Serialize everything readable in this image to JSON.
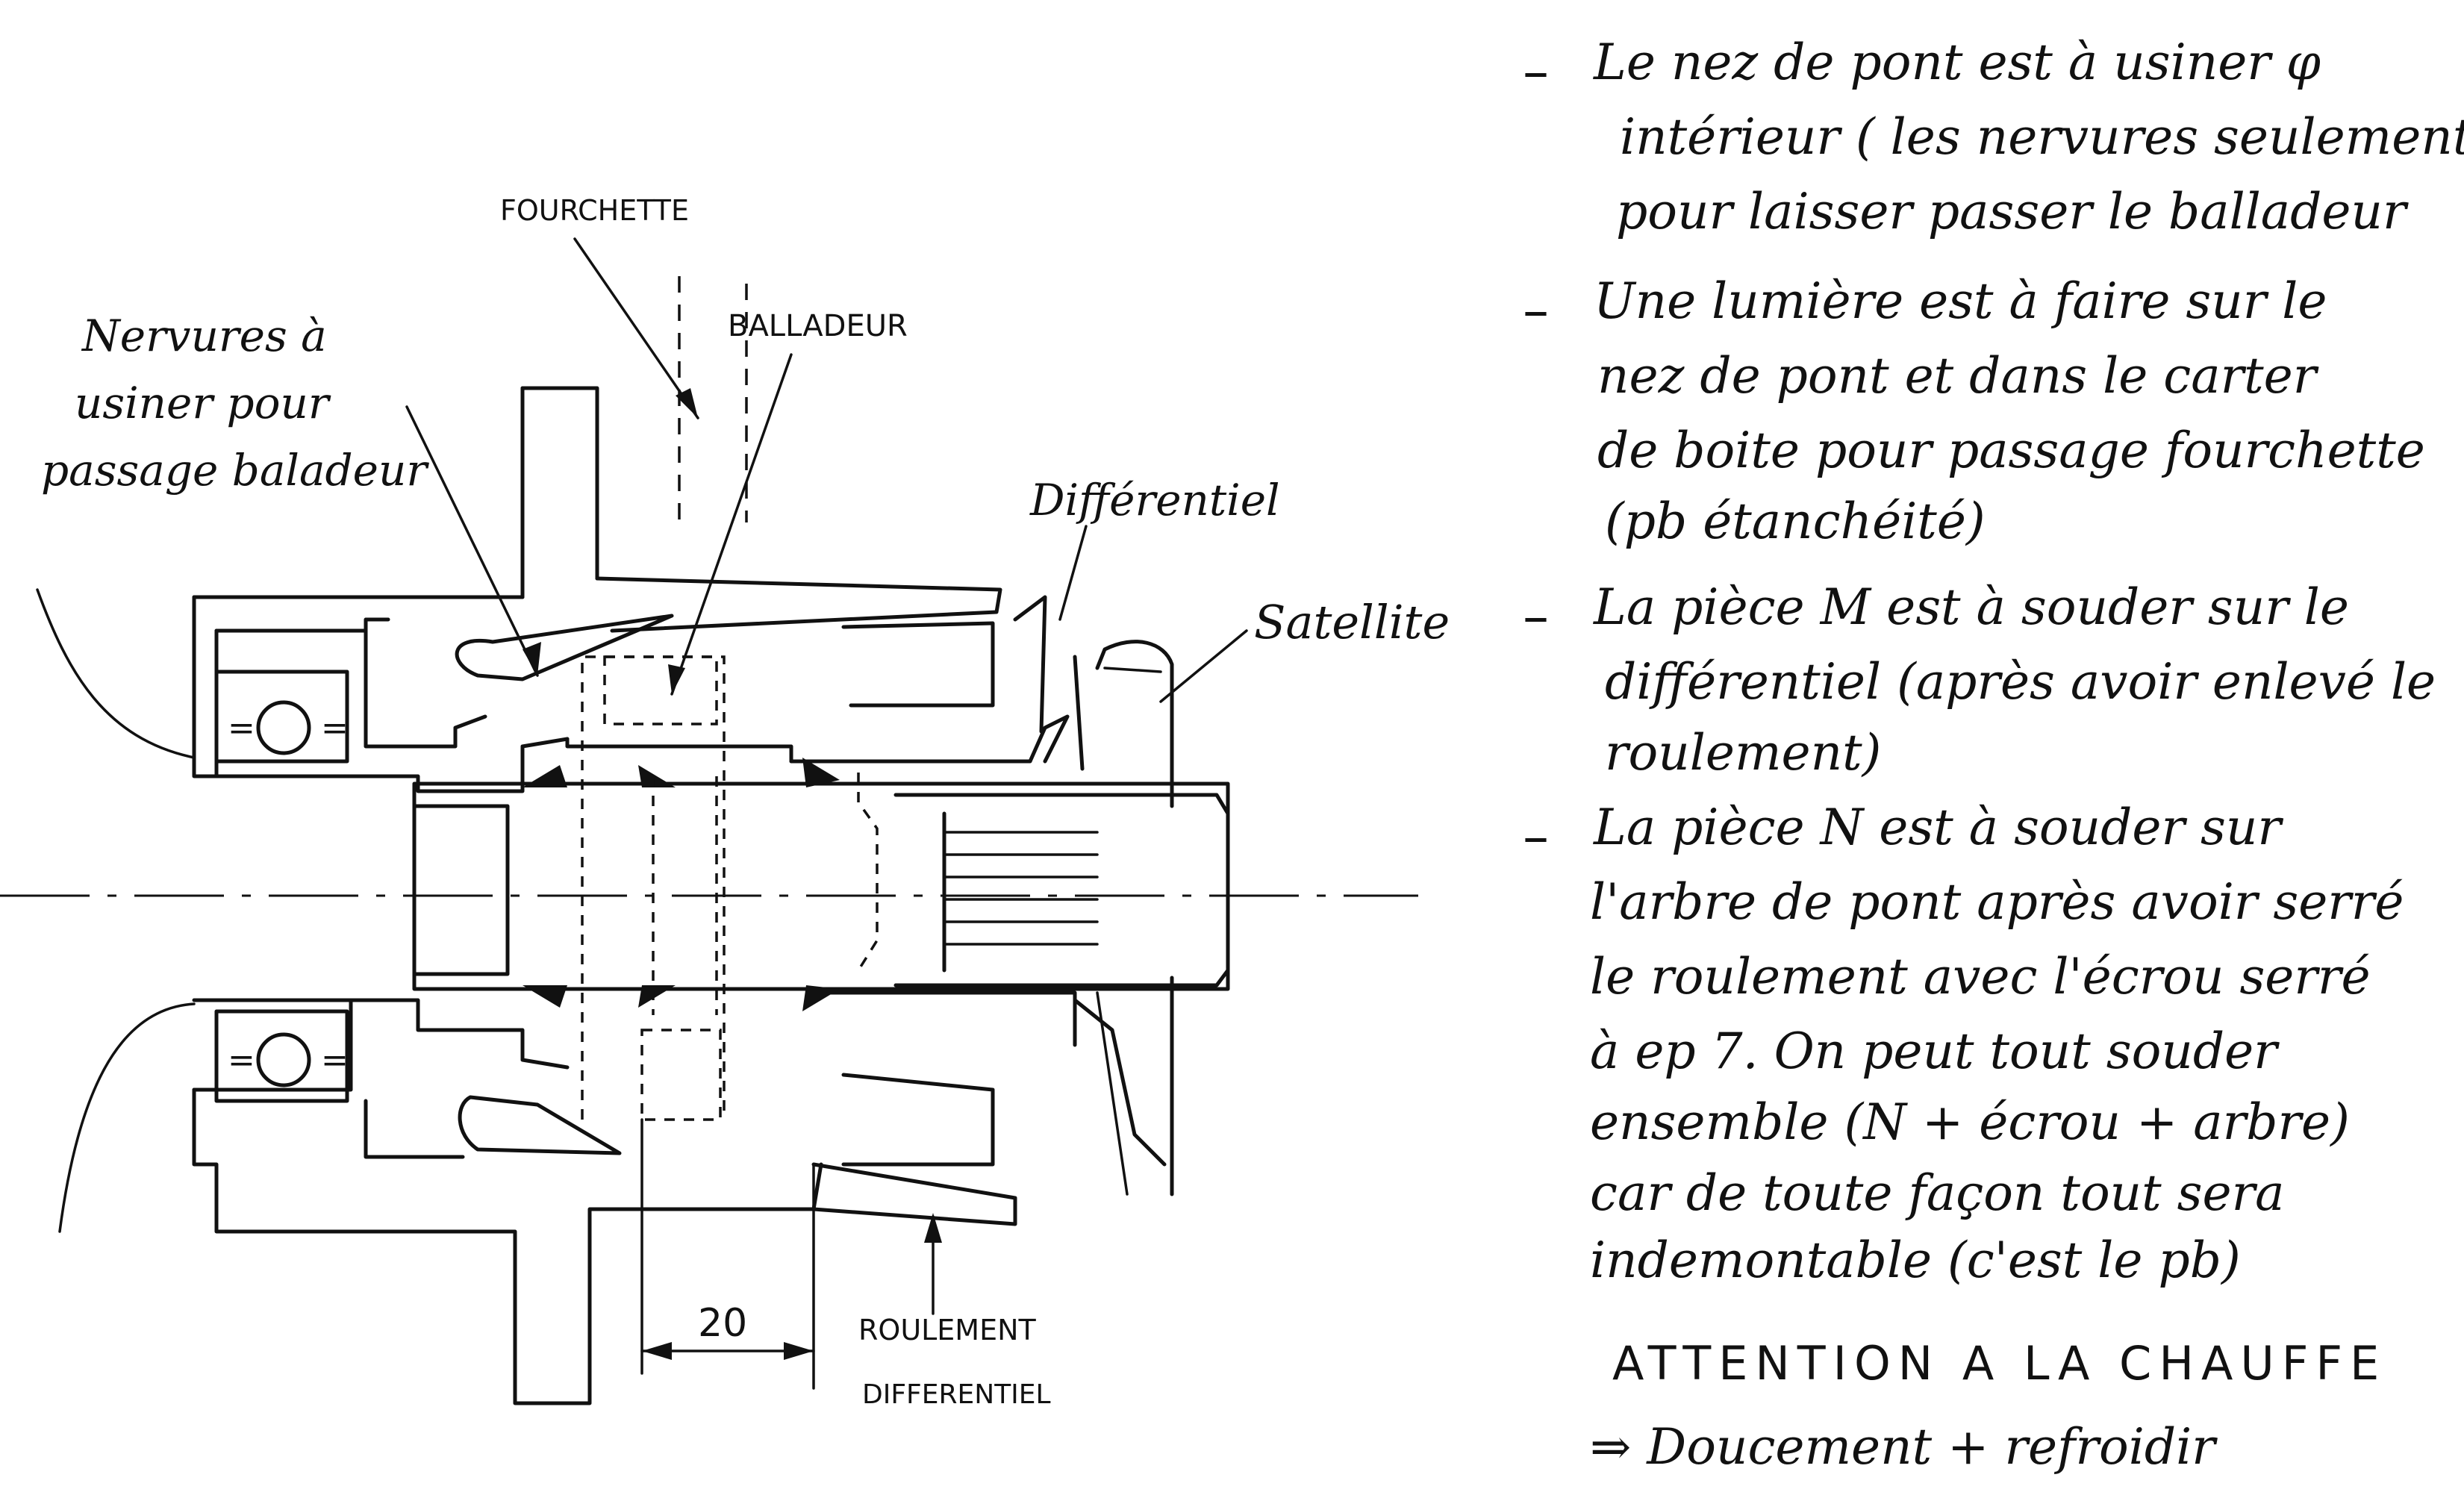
{
  "drawing": {
    "labels": {
      "nervures": [
        "Nervures à",
        "usiner pour",
        "passage baladeur"
      ],
      "fourchette": "FOURCHETTE",
      "baladeur": "BALLADEUR",
      "differentiel": "Différentiel",
      "satellite": "Satellite",
      "roulement": [
        "ROULEMENT",
        "DIFFERENTIEL"
      ],
      "dimension": "20"
    }
  },
  "notes": {
    "items": [
      [
        "Le nez de pont est à usiner φ",
        "intérieur ( les nervures seulement)",
        "pour laisser passer le balladeur"
      ],
      [
        "Une lumière est à faire sur le",
        "nez de pont et dans le carter",
        "de boite pour passage fourchette",
        "(pb étanchéité)"
      ],
      [
        "La pièce M est à souder sur le",
        "différentiel (après avoir enlevé le",
        "roulement)"
      ],
      [
        "La pièce N est à souder sur",
        "l'arbre de pont après avoir serré",
        "le roulement avec l'écrou serré",
        "à ep 7. On peut tout souder",
        "ensemble (N + écrou + arbre)",
        "car de toute façon tout sera",
        "indemontable (c'est le pb)"
      ]
    ],
    "attention": "ATTENTION   A LA CHAUFFE",
    "conclusion": "⇒ Doucement + refroidir"
  }
}
